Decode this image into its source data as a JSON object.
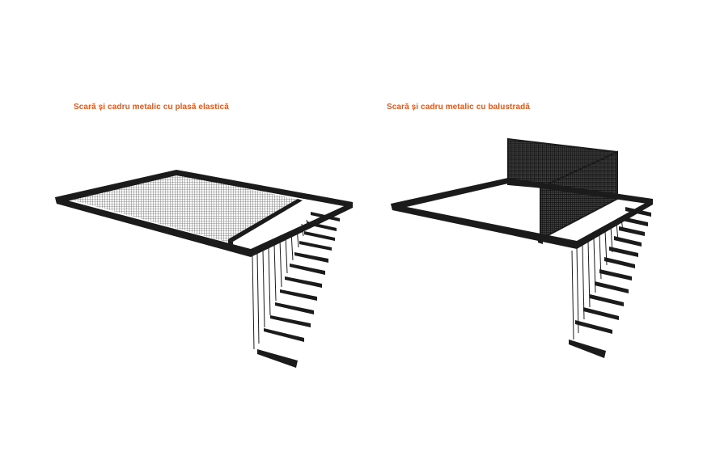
{
  "colors": {
    "accent": "#e0581c",
    "frame": "#1b1b1b",
    "mesh": "#9a9a9a"
  },
  "panels": [
    {
      "title": "Scară și cadru metalic cu plasă elastică",
      "variant": "elastic-net"
    },
    {
      "title": "Scară și cadru metalic cu balustradă",
      "variant": "balustrade"
    }
  ]
}
